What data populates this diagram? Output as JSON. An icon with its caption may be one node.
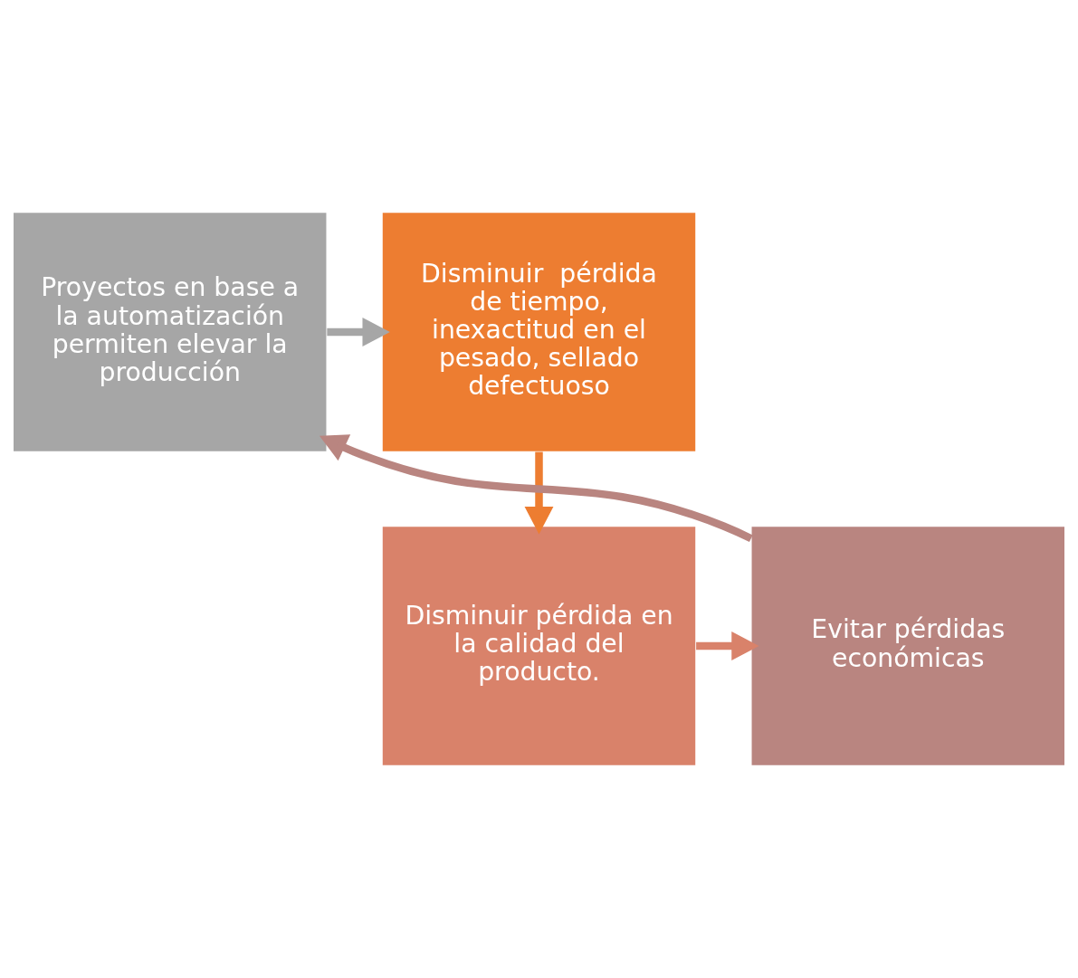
{
  "diagram": {
    "nodes": [
      {
        "text": [
          "Proyectos en base a la automatización permiten elevar la producción"
        ]
      },
      {
        "text": [
          "Disminuir  pérdida de tiempo, inexactitud en el pesado, sellado defectuoso"
        ]
      },
      {
        "text": [
          "Disminuir pérdida en la calidad del producto."
        ]
      },
      {
        "text": [
          "Evitar pérdidas económicas"
        ]
      }
    ],
    "edges": [
      {
        "from": 0,
        "to": 1,
        "arrow": "to",
        "color": "#a6a6a6"
      },
      {
        "from": 1,
        "to": 2,
        "arrow": "to",
        "color": "#ed7d31"
      },
      {
        "from": 2,
        "to": 3,
        "arrow": "to",
        "color": "#d9826a"
      },
      {
        "from": 3,
        "to": 0,
        "arrow": "to",
        "color": "#b98580"
      }
    ]
  }
}
